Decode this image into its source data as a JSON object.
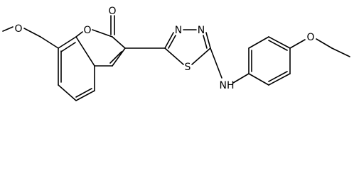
{
  "molecule": {
    "atoms": {
      "o_methoxy_left": "O",
      "o_ring": "O",
      "o_carbonyl": "O",
      "n_thiadiazole_1": "N",
      "n_thiadiazole_2": "N",
      "s_thiadiazole": "S",
      "nh_amine": "NH",
      "o_methoxy_right": "O"
    }
  }
}
